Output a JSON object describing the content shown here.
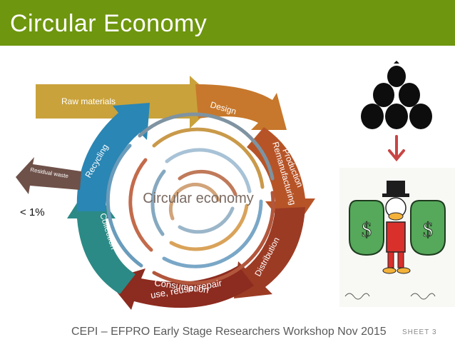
{
  "slide": {
    "title": "Circular Economy"
  },
  "diagram": {
    "center_label": "Circular economy",
    "segments": {
      "raw_materials": "Raw materials",
      "design": "Design",
      "production_1": "Production",
      "production_2": "Remanufacturing",
      "distribution": "Distribution",
      "consumption_1": "Consumption",
      "consumption_2": "use, reuse, repair",
      "collection": "Collection",
      "recycling": "Recycling",
      "residual": "Residual waste"
    },
    "annotation": "< 1%"
  },
  "colors": {
    "title_bar": "#6e960f",
    "raw_materials": "#c9a23b",
    "design": "#c7782c",
    "production": "#b75427",
    "distribution": "#9c3b24",
    "consumption": "#8c2b1f",
    "collection": "#2b8a86",
    "recycling": "#2a86b4",
    "residual": "#6e5149",
    "arrow_down": "#c84545",
    "money_bag": "#56a85b"
  },
  "footer": {
    "text": "CEPI – EFPRO Early Stage Researchers Workshop  Nov 2015",
    "sheet_label": "SHEET",
    "sheet_number": "3"
  }
}
